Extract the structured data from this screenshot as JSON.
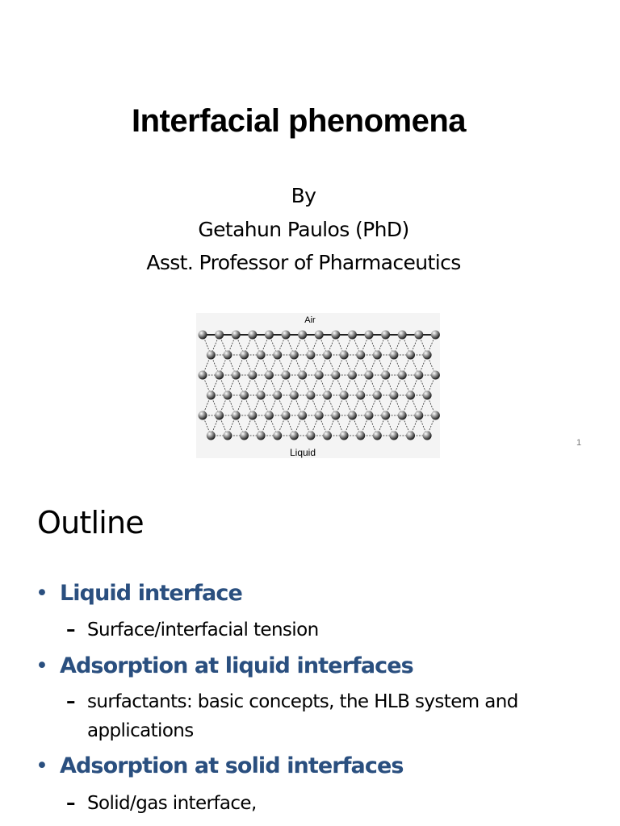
{
  "slide1": {
    "title": "Interfacial phenomena",
    "by": "By",
    "author": "Getahun Paulos (PhD)",
    "position": "Asst. Professor of Pharmaceutics",
    "figure": {
      "top_label": "Air",
      "bottom_label": "Liquid"
    },
    "slide_number": "1"
  },
  "slide2": {
    "title": "Outline",
    "sections": [
      {
        "bullet": "•",
        "heading": "Liquid interface",
        "sub": "Surface/interfacial tension"
      },
      {
        "bullet": "•",
        "heading": "Adsorption at liquid interfaces",
        "sub": "surfactants: basic concepts, the HLB system and applications"
      },
      {
        "bullet": "•",
        "heading": "Adsorption at solid interfaces",
        "sub": "Solid/gas interface,"
      }
    ],
    "dash": "–"
  }
}
